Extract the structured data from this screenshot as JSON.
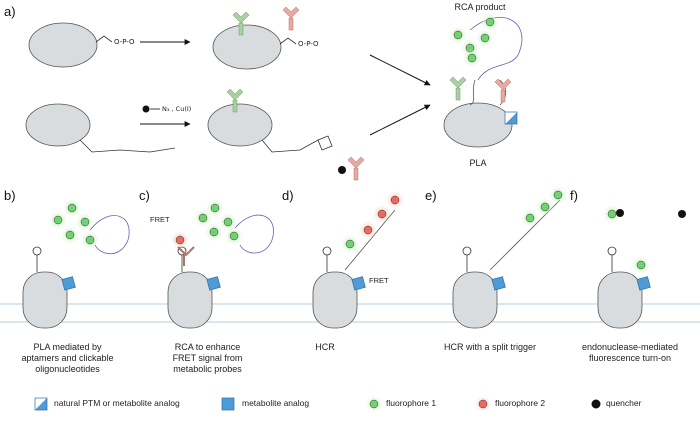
{
  "panels": {
    "a": "a)",
    "b": "b)",
    "c": "c)",
    "d": "d)",
    "e": "e)",
    "f": "f)"
  },
  "panel_a": {
    "rca_product": "RCA product",
    "pla": "PLA",
    "reagent_azide": "N",
    "reagent_sub": "3",
    "reagent_cu": ", Cu(I)"
  },
  "captions": {
    "b": [
      "PLA mediated by",
      "aptamers and clickable",
      "oligonucleotides"
    ],
    "c": [
      "RCA to enhance",
      "FRET signal from",
      "metabolic probes"
    ],
    "d": [
      "HCR"
    ],
    "e": [
      "HCR with a split trigger"
    ],
    "f": [
      "endonuclease-mediated",
      "fluorescence turn-on"
    ]
  },
  "fret_labels": {
    "c": "FRET",
    "d": "FRET"
  },
  "legend": {
    "natural_ptm": "natural PTM or metabolite analog",
    "metabolite": "metabolite analog",
    "fluor1": "fluorophore 1",
    "fluor2": "fluorophore 2",
    "quencher": "quencher"
  },
  "colors": {
    "cell": "#d8dcdf",
    "cell_stroke": "#555555",
    "fluor1": "#6fd46f",
    "fluor1_glow": "#c9f0c0",
    "fluor2": "#ee6a5e",
    "fluor2_glow": "#f8c9c2",
    "antibody_green": "#a9cfa2",
    "antibody_pink": "#e8aaa0",
    "metabolite": "#4f9bd6",
    "strand": "#6a5fb0",
    "membrane": "#b7cddc",
    "quencher": "#111111"
  }
}
